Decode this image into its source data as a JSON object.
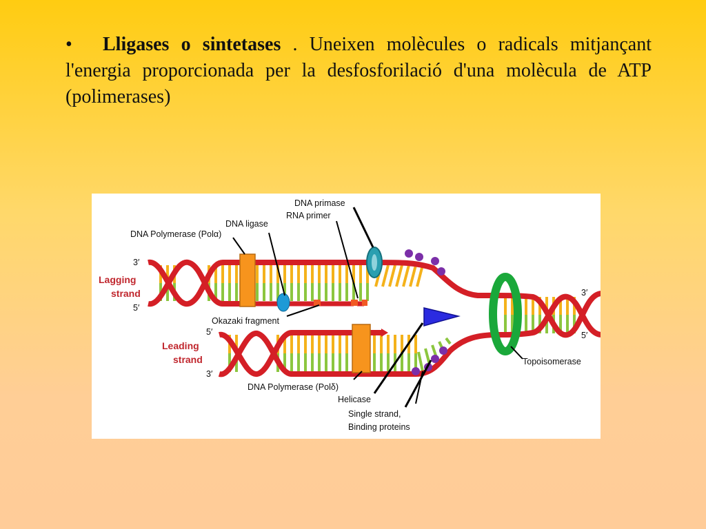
{
  "bullet": {
    "marker": "•",
    "term": "Lligases o sintetases",
    "text_line1": " . Uneixen molècules o radicals",
    "text_rest": "mitjançant l'energia proporcionada per la desfosforilació d'una molècula de ATP (polimerases)"
  },
  "figure": {
    "labels": {
      "dna_primase": "DNA primase",
      "rna_primer": "RNA primer",
      "dna_ligase": "DNA ligase",
      "dna_polymerase_alpha": "DNA Polymerase (Polα)",
      "lagging_strand_1": "Lagging",
      "lagging_strand_2": "strand",
      "okazaki_fragment": "Okazaki fragment",
      "leading_strand_1": "Leading",
      "leading_strand_2": "strand",
      "dna_polymerase_delta": "DNA Polymerase (Polδ)",
      "helicase": "Helicase",
      "ssb_1": "Single strand,",
      "ssb_2": "Binding proteins",
      "topoisomerase": "Topoisomerase",
      "three_prime": "3′",
      "five_prime": "5′"
    },
    "colors": {
      "backbone": "#d41f26",
      "base_yellow": "#f4b21b",
      "base_green": "#8cc63f",
      "polymerase": "#f7941d",
      "ligase": "#1e9ad6",
      "primase": "#2a9fb0",
      "helicase": "#2b2be0",
      "topoisomerase": "#1aa83a",
      "ssb": "#7b2fa8",
      "label_red": "#c0262d"
    }
  }
}
